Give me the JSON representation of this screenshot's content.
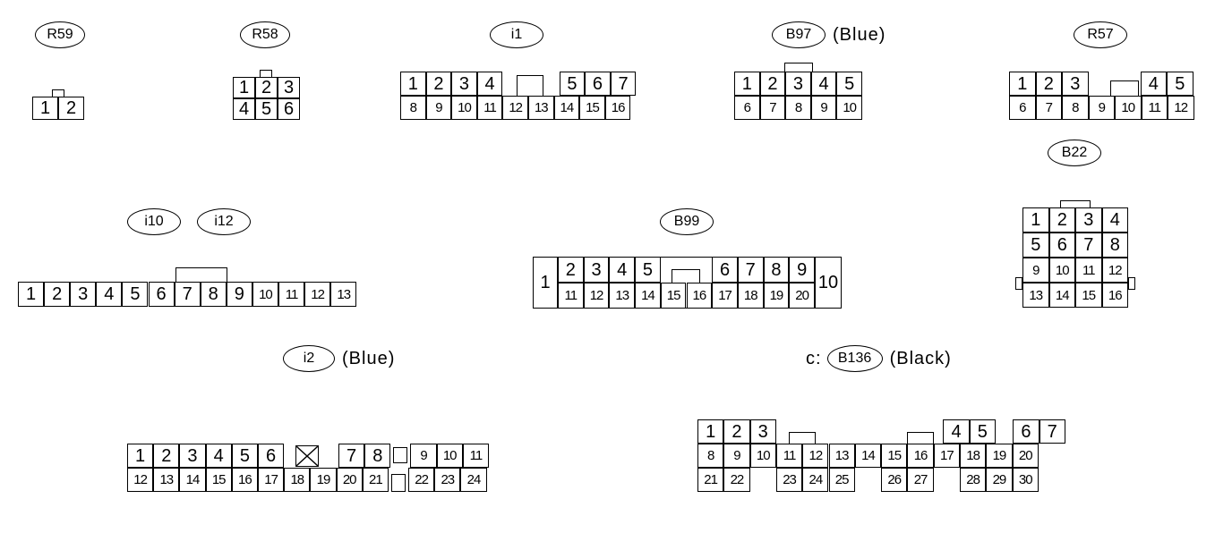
{
  "connectors": {
    "r59": {
      "label": "R59",
      "pins": [
        "1",
        "2"
      ]
    },
    "r58": {
      "label": "R58",
      "pins": [
        "1",
        "2",
        "3",
        "4",
        "5",
        "6"
      ]
    },
    "i1": {
      "label": "i1",
      "pins": [
        "1",
        "2",
        "3",
        "4",
        "5",
        "6",
        "7",
        "8",
        "9",
        "10",
        "11",
        "12",
        "13",
        "14",
        "15",
        "16"
      ]
    },
    "b97": {
      "label": "B97",
      "color": "(Blue)",
      "pins": [
        "1",
        "2",
        "3",
        "4",
        "5",
        "6",
        "7",
        "8",
        "9",
        "10"
      ]
    },
    "r57": {
      "label": "R57",
      "pins": [
        "1",
        "2",
        "3",
        "4",
        "5",
        "6",
        "7",
        "8",
        "9",
        "10",
        "11",
        "12"
      ]
    },
    "b22": {
      "label": "B22",
      "pins": [
        "1",
        "2",
        "3",
        "4",
        "5",
        "6",
        "7",
        "8",
        "9",
        "10",
        "11",
        "12",
        "13",
        "14",
        "15",
        "16"
      ]
    },
    "i10_i12": {
      "labels": [
        "i10",
        "i12"
      ],
      "pins": [
        "1",
        "2",
        "3",
        "4",
        "5",
        "6",
        "7",
        "8",
        "9",
        "10",
        "11",
        "12",
        "13"
      ]
    },
    "b99": {
      "label": "B99",
      "pins": [
        "1",
        "2",
        "3",
        "4",
        "5",
        "6",
        "7",
        "8",
        "9",
        "10",
        "11",
        "12",
        "13",
        "14",
        "15",
        "16",
        "17",
        "18",
        "19",
        "20"
      ]
    },
    "i2": {
      "label": "i2",
      "color": "(Blue)",
      "pins": [
        "1",
        "2",
        "3",
        "4",
        "5",
        "6",
        "7",
        "8",
        "9",
        "10",
        "11",
        "12",
        "13",
        "14",
        "15",
        "16",
        "17",
        "18",
        "19",
        "20",
        "21",
        "22",
        "23",
        "24"
      ]
    },
    "b136": {
      "prefix": "c:",
      "label": "B136",
      "color": "(Black)",
      "pins": [
        "1",
        "2",
        "3",
        "4",
        "5",
        "6",
        "7",
        "8",
        "9",
        "10",
        "11",
        "12",
        "13",
        "14",
        "15",
        "16",
        "17",
        "18",
        "19",
        "20",
        "21",
        "22",
        "23",
        "24",
        "25",
        "26",
        "27",
        "28",
        "29",
        "30"
      ]
    }
  }
}
